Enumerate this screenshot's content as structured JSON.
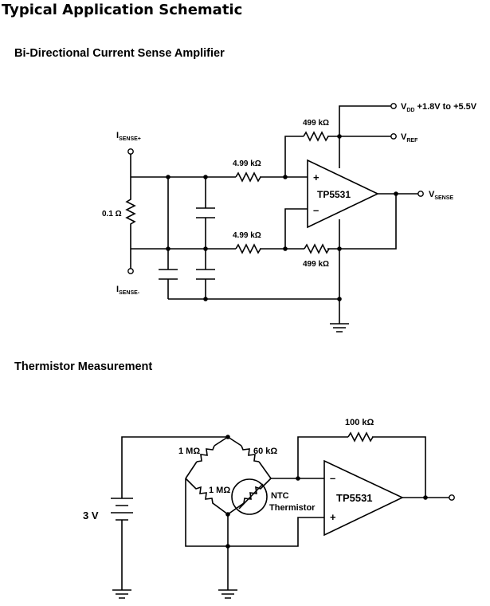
{
  "page_title": "Typical Application Schematic",
  "sections": [
    {
      "title": "Bi-Directional Current Sense Amplifier",
      "labels": {
        "isense_plus_main": "I",
        "isense_plus_sub": "SENSE+",
        "isense_minus_main": "I",
        "isense_minus_sub": "SENSE-",
        "shunt_resistor": "0.1 Ω",
        "r_in_top": "4.99 kΩ",
        "r_in_bottom": "4.99 kΩ",
        "r_feedback_top": "499 kΩ",
        "r_feedback_bottom": "499 kΩ",
        "opamp_part": "TP5531",
        "opamp_plus": "+",
        "opamp_minus": "–",
        "vdd_main": "V",
        "vdd_sub": "DD",
        "vdd_range": " +1.8V to +5.5V",
        "vref_main": "V",
        "vref_sub": "REF",
        "vsense_main": "V",
        "vsense_sub": "SENSE"
      }
    },
    {
      "title": "Thermistor Measurement",
      "labels": {
        "battery_voltage": "3 V",
        "r_bridge_top_left": "1 MΩ",
        "r_bridge_top_right": "60 kΩ",
        "r_bridge_bottom_left": "1 MΩ",
        "thermistor_line1": "NTC",
        "thermistor_line2": "Thermistor",
        "r_feedback": "100 kΩ",
        "opamp_part": "TP5531",
        "opamp_minus": "–",
        "opamp_plus": "+"
      }
    }
  ]
}
